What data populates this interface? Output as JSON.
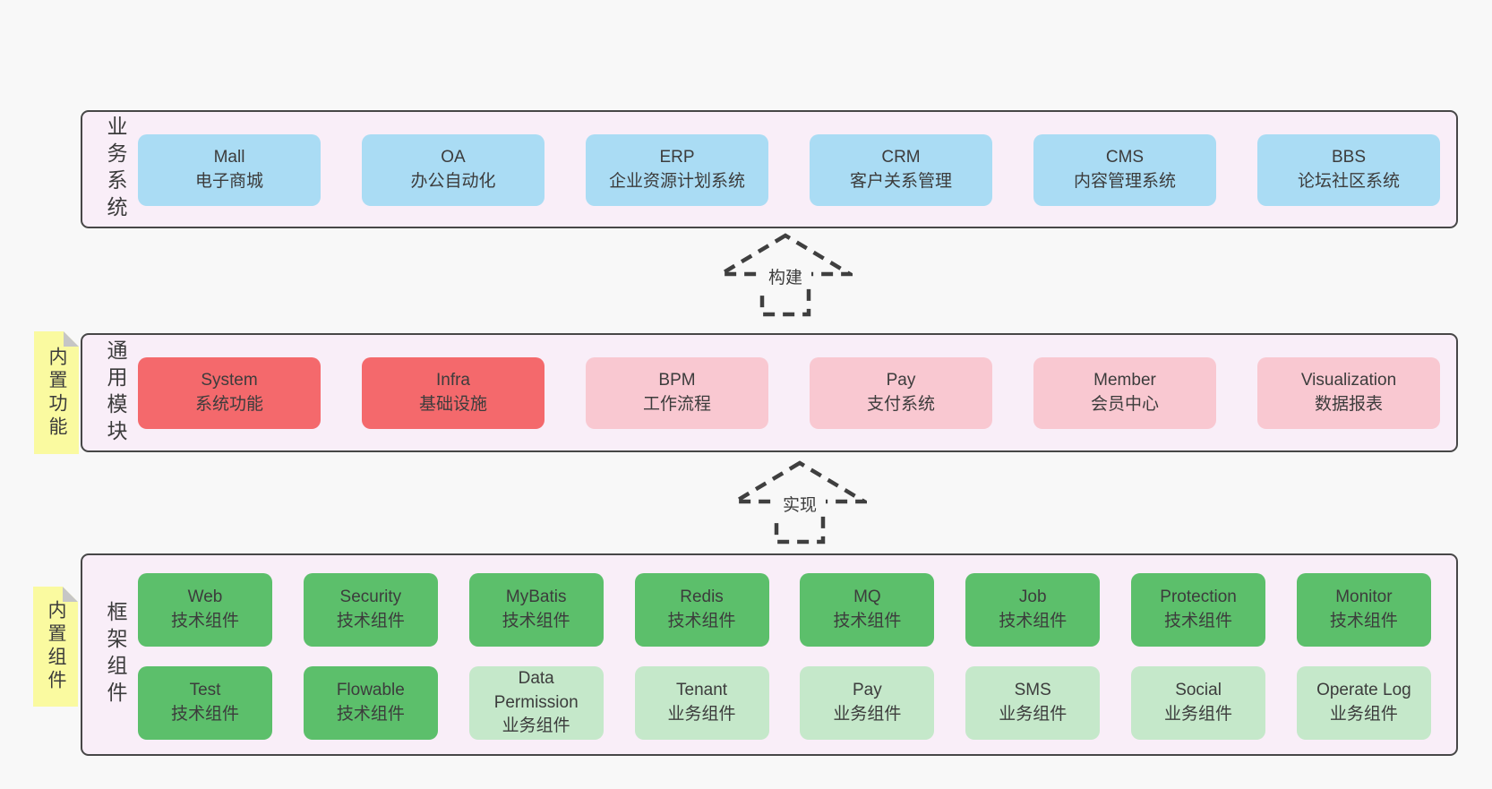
{
  "palette": {
    "page_bg": "#f8f8f8",
    "panel_bg": "#f9eef8",
    "panel_border": "#474747",
    "box_blue": "#aadcf4",
    "box_red": "#f4696c",
    "box_pink": "#f9c8d1",
    "box_green_dark": "#5cbf6b",
    "box_green_light": "#c5e8ca",
    "note_yellow": "#fafaa0",
    "note_fold_gray": "#c6c6c6",
    "text": "#3c3c3c"
  },
  "business": {
    "label": "业务系统",
    "boxes": [
      {
        "name": "Mall",
        "desc": "电子商城"
      },
      {
        "name": "OA",
        "desc": "办公自动化"
      },
      {
        "name": "ERP",
        "desc": "企业资源计划系统"
      },
      {
        "name": "CRM",
        "desc": "客户关系管理"
      },
      {
        "name": "CMS",
        "desc": "内容管理系统"
      },
      {
        "name": "BBS",
        "desc": "论坛社区系统"
      }
    ]
  },
  "arrow_build": {
    "label": "构建"
  },
  "modules": {
    "label": "通用模块",
    "note": "内置功能",
    "boxes": [
      {
        "name": "System",
        "desc": "系统功能",
        "variant": "red"
      },
      {
        "name": "Infra",
        "desc": "基础设施",
        "variant": "red"
      },
      {
        "name": "BPM",
        "desc": "工作流程",
        "variant": "pink"
      },
      {
        "name": "Pay",
        "desc": "支付系统",
        "variant": "pink"
      },
      {
        "name": "Member",
        "desc": "会员中心",
        "variant": "pink"
      },
      {
        "name": "Visualization",
        "desc": "数据报表",
        "variant": "pink"
      }
    ]
  },
  "arrow_implement": {
    "label": "实现"
  },
  "components": {
    "label": "框架组件",
    "note": "内置组件",
    "row1": [
      {
        "name": "Web",
        "desc": "技术组件",
        "variant": "green"
      },
      {
        "name": "Security",
        "desc": "技术组件",
        "variant": "green"
      },
      {
        "name": "MyBatis",
        "desc": "技术组件",
        "variant": "green"
      },
      {
        "name": "Redis",
        "desc": "技术组件",
        "variant": "green"
      },
      {
        "name": "MQ",
        "desc": "技术组件",
        "variant": "green"
      },
      {
        "name": "Job",
        "desc": "技术组件",
        "variant": "green"
      },
      {
        "name": "Protection",
        "desc": "技术组件",
        "variant": "green"
      },
      {
        "name": "Monitor",
        "desc": "技术组件",
        "variant": "green"
      }
    ],
    "row2": [
      {
        "name": "Test",
        "desc": "技术组件",
        "variant": "green"
      },
      {
        "name": "Flowable",
        "desc": "技术组件",
        "variant": "green"
      },
      {
        "name": "Data Permission",
        "desc": "业务组件",
        "variant": "green-light"
      },
      {
        "name": "Tenant",
        "desc": "业务组件",
        "variant": "green-light"
      },
      {
        "name": "Pay",
        "desc": "业务组件",
        "variant": "green-light"
      },
      {
        "name": "SMS",
        "desc": "业务组件",
        "variant": "green-light"
      },
      {
        "name": "Social",
        "desc": "业务组件",
        "variant": "green-light"
      },
      {
        "name": "Operate Log",
        "desc": "业务组件",
        "variant": "green-light"
      }
    ]
  }
}
